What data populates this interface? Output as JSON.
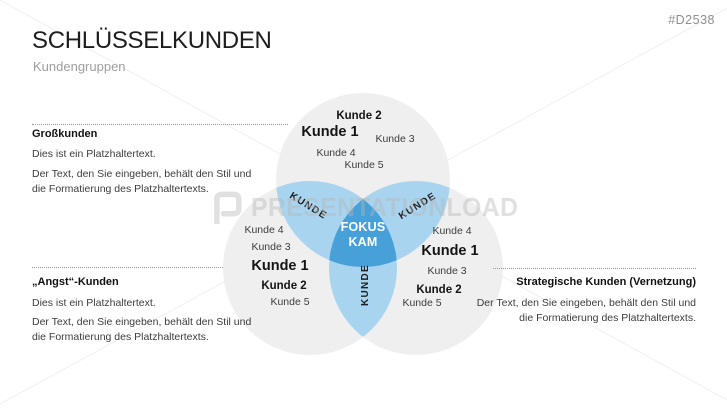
{
  "header": {
    "slide_code": "#D2538",
    "title": "SCHLÜSSELKUNDEN",
    "subtitle": "Kundengruppen"
  },
  "watermark": {
    "logo_icon": "presentationload-logo",
    "text": "PRESENTATIONLOAD"
  },
  "callouts": {
    "top_left": {
      "heading": "Großkunden",
      "para1": "Dies ist ein Platzhaltertext.",
      "para2_line1": "Der Text, den Sie eingeben, behält den Stil und",
      "para2_line2": "die Formatierung des Platzhaltertexts."
    },
    "bottom_left": {
      "heading": "„Angst“-Kunden",
      "para1": "Dies ist ein Platzhaltertext.",
      "para2_line1": "Der Text, den Sie eingeben, behält den Stil und",
      "para2_line2": "die Formatierung des Platzhaltertexts."
    },
    "right": {
      "heading": "Strategische Kunden (Vernetzung)",
      "para1_line1": "Der Text, den Sie eingeben, behält den Stil und",
      "para1_line2": "die Formatierung des Platzhaltertexts."
    }
  },
  "venn": {
    "colors": {
      "circle": "#efefef",
      "petal": "#a9d4ef",
      "center": "#48a0d9"
    },
    "petal_labels": [
      "KUNDE",
      "KUNDE",
      "KUNDE"
    ],
    "center_label": {
      "line1": "FOKUS",
      "line2": "KAM"
    },
    "top_circle": {
      "labels": [
        {
          "text": "Kunde 2"
        },
        {
          "text": "Kunde 1"
        },
        {
          "text": "Kunde 3"
        },
        {
          "text": "Kunde 4"
        },
        {
          "text": "Kunde 5"
        }
      ]
    },
    "left_circle": {
      "labels": [
        {
          "text": "Kunde 4"
        },
        {
          "text": "Kunde 3"
        },
        {
          "text": "Kunde 1"
        },
        {
          "text": "Kunde 2"
        },
        {
          "text": "Kunde 5"
        }
      ]
    },
    "right_circle": {
      "labels": [
        {
          "text": "Kunde 4"
        },
        {
          "text": "Kunde 1"
        },
        {
          "text": "Kunde 3"
        },
        {
          "text": "Kunde 2"
        },
        {
          "text": "Kunde 5"
        }
      ]
    }
  }
}
